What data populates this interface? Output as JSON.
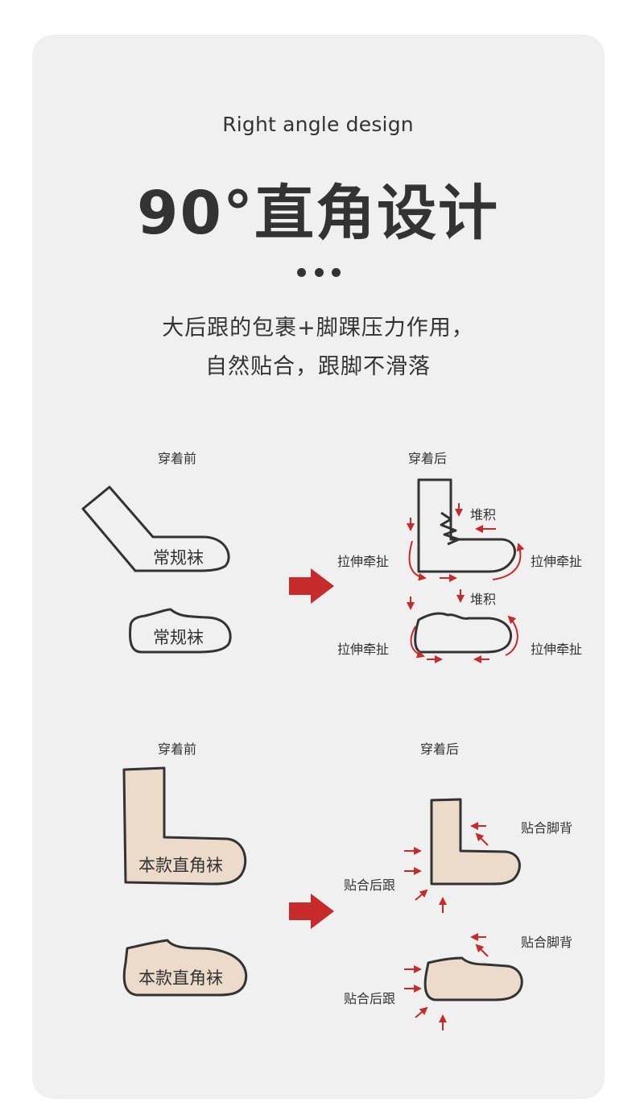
{
  "header": {
    "subtitle": "Right angle design",
    "title": "90°直角设计",
    "desc_line1": "大后跟的包裹+脚踝压力作用，",
    "desc_line2": "自然贴合，跟脚不滑落"
  },
  "section1": {
    "before_label": "穿着前",
    "after_label": "穿着后",
    "sock_high_label": "常规袜",
    "sock_low_label": "常规袜",
    "pile_label_top": "堆积",
    "pile_label_bottom": "堆积",
    "stretch_left_top": "拉伸牵扯",
    "stretch_right_top": "拉伸牵扯",
    "stretch_left_bottom": "拉伸牵扯",
    "stretch_right_bottom": "拉伸牵扯"
  },
  "section2": {
    "before_label": "穿着前",
    "after_label": "穿着后",
    "sock_high_label": "本款直角袜",
    "sock_low_label": "本款直角袜",
    "fit_instep_top": "贴合脚背",
    "fit_heel_top": "贴合后跟",
    "fit_instep_bottom": "贴合脚背",
    "fit_heel_bottom": "贴合后跟"
  },
  "colors": {
    "background_card": "#f0f0f0",
    "text": "#333333",
    "accent_red": "#c62a2a",
    "sock_fill": "#ecdbcb",
    "outline": "#333333"
  },
  "icons": [
    "arrow-right-icon",
    "ellipsis-icon"
  ]
}
